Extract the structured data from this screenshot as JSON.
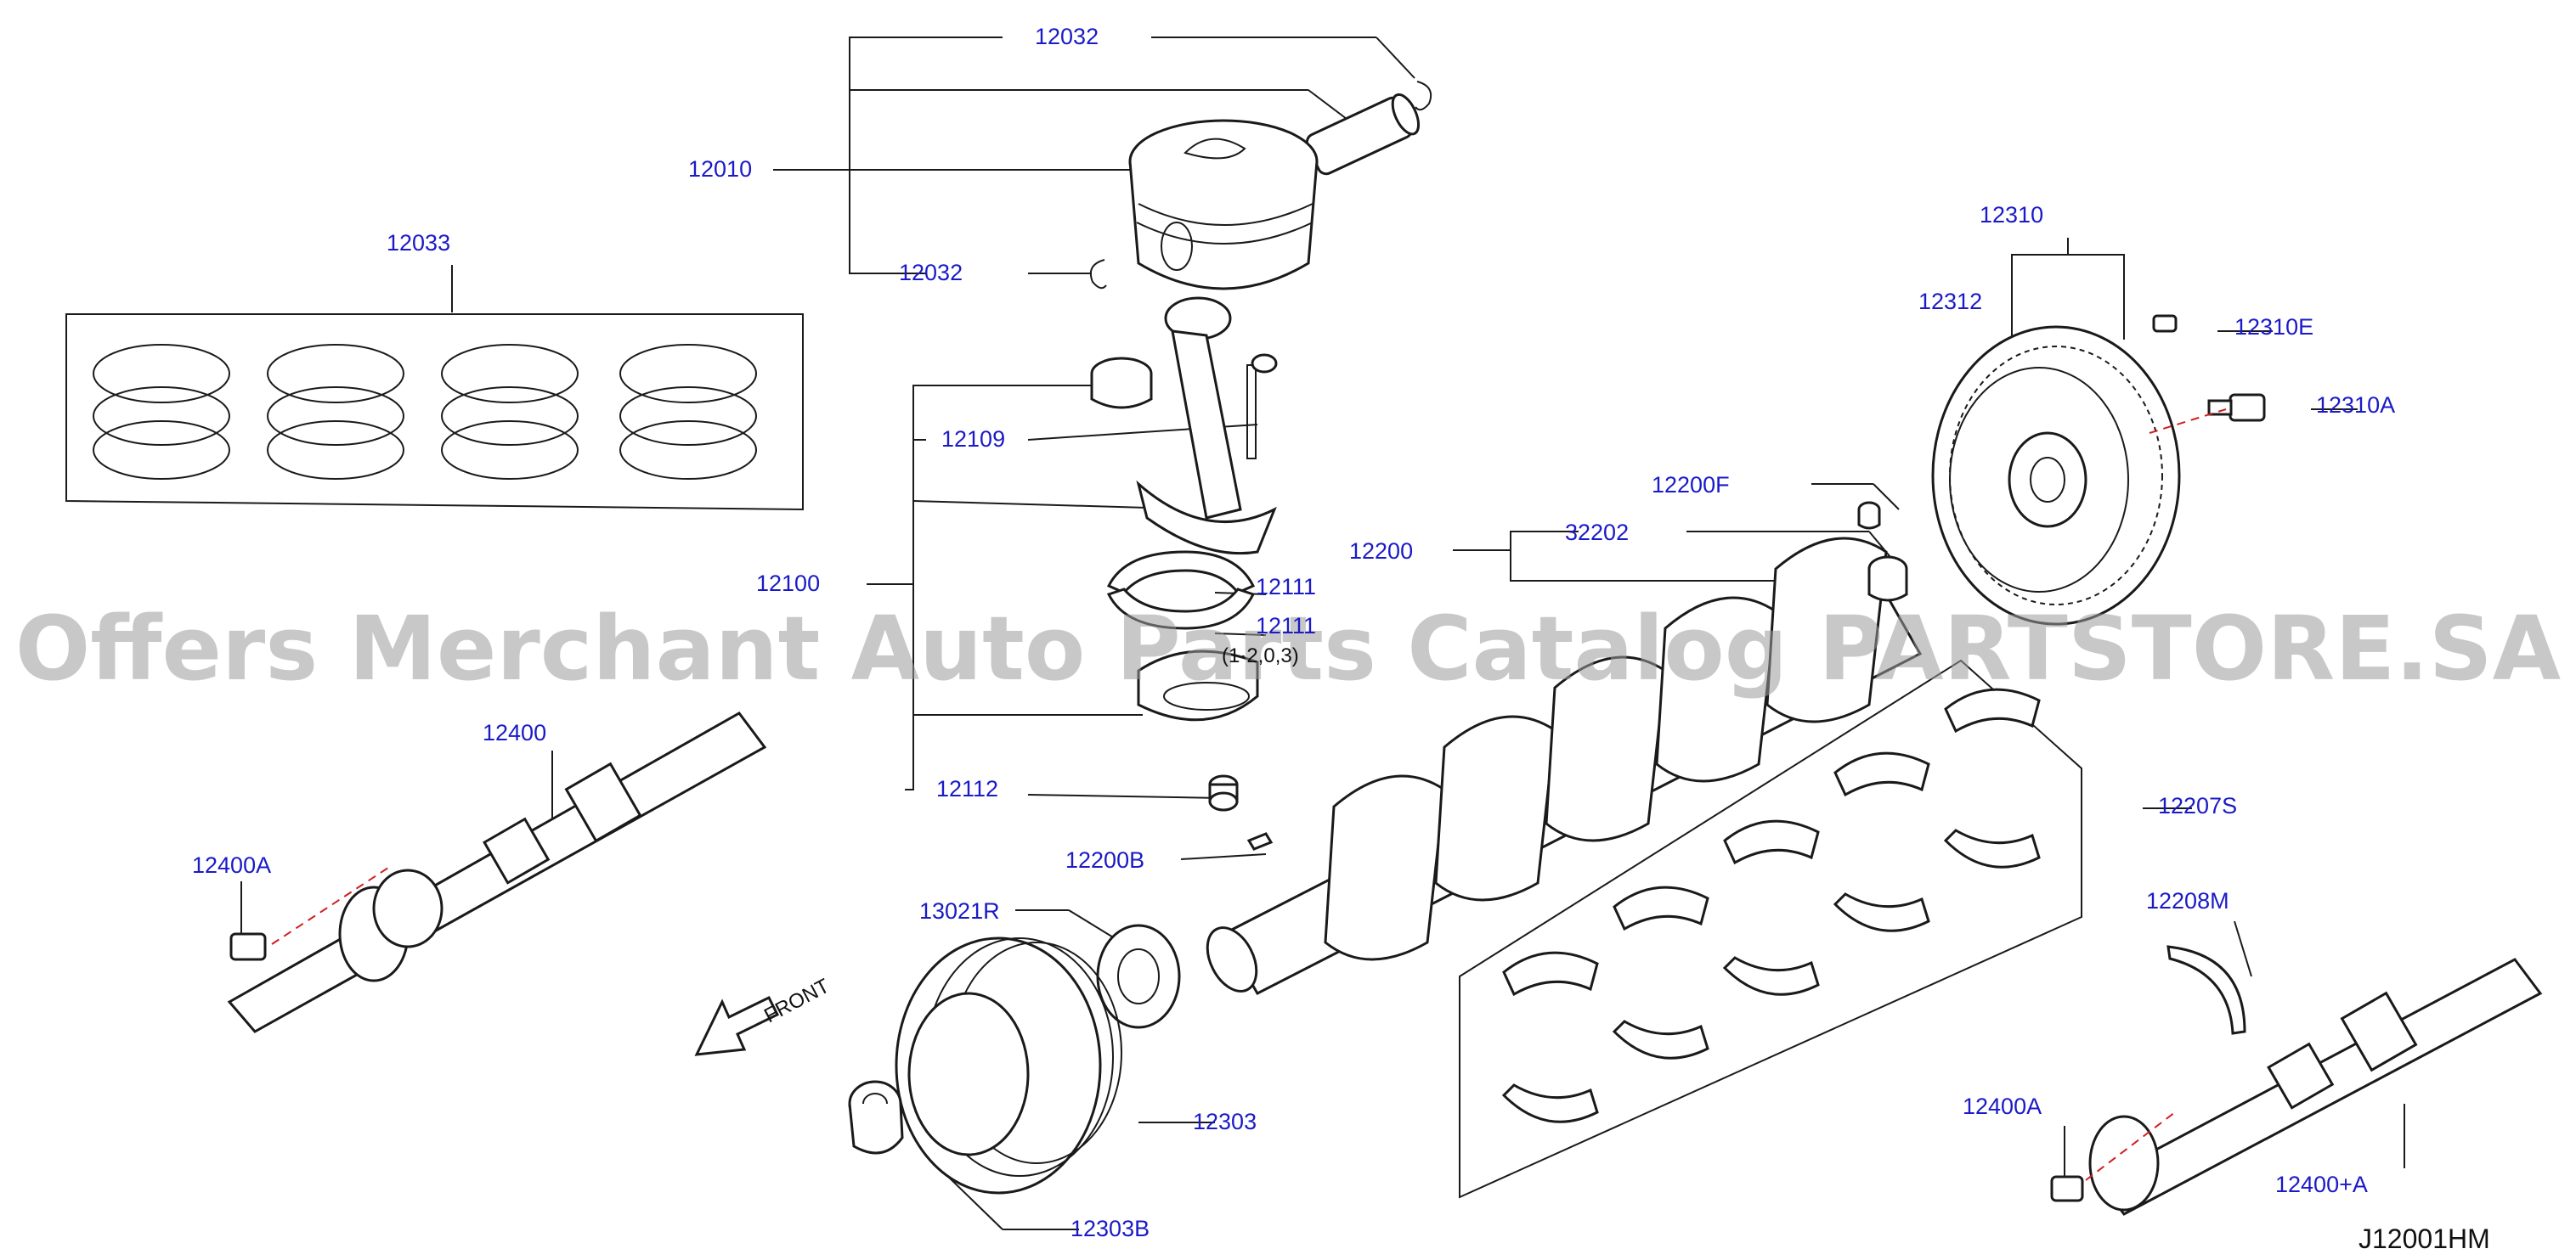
{
  "diagram": {
    "labels": {
      "l12032_top": "12032",
      "l12010": "12010",
      "l12032_bot": "12032",
      "l12033": "12033",
      "l12109": "12109",
      "l12100": "12100",
      "l12111_a": "12111",
      "l12111_b": "12111",
      "l12112": "12112",
      "l12400": "12400",
      "l12400A_left": "12400A",
      "l13021R": "13021R",
      "l12200B": "12200B",
      "l12200": "12200",
      "l32202": "32202",
      "l12200F": "12200F",
      "l12310": "12310",
      "l12312": "12312",
      "l12310E": "12310E",
      "l12310A": "12310A",
      "l12207S": "12207S",
      "l12208M": "12208M",
      "l12400A_right": "12400A",
      "l12400pA": "12400+A",
      "l12303": "12303",
      "l12303B": "12303B"
    },
    "front_text": "FRONT",
    "partial_note": "(1·2,0,3)",
    "figure_code": "J12001HM",
    "watermark": "Offers Merchant Auto Parts Catalog PARTSTORE.SA",
    "colors": {
      "label": "#1a1ac8",
      "line": "#1a1a1a",
      "centerline": "#d21e1e",
      "watermark": "#9a9a9a"
    }
  }
}
